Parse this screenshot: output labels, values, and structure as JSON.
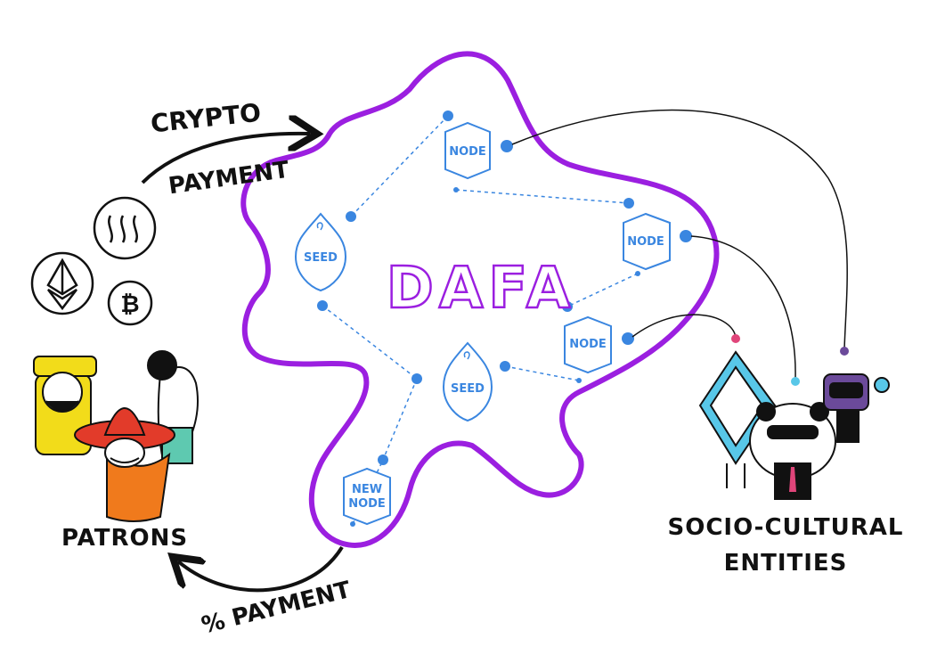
{
  "colors": {
    "blob": "#9b1fe0",
    "node": "#3a86e0",
    "ink": "#111111",
    "dafa_fill": "#ffffff",
    "patron_yellow": "#f2dc1a",
    "patron_orange": "#f07a1c",
    "patron_red": "#e23b2a",
    "patron_teal": "#5ec9b0",
    "entity_teal": "#58c7e8",
    "entity_purple": "#6b4a9a",
    "entity_pink": "#e0457a"
  },
  "labels": {
    "crypto": "CRYPTO",
    "payment_in": "PAYMENT",
    "percent_payment": "% PAYMENT",
    "patrons": "PATRONS",
    "entities_line1": "SOCIO-CULTURAL",
    "entities_line2": "ENTITIES",
    "dafa": "DAFA"
  },
  "nodes": [
    {
      "id": "node1",
      "label": "NODE"
    },
    {
      "id": "node2",
      "label": "NODE"
    },
    {
      "id": "node3",
      "label": "NODE"
    },
    {
      "id": "seed1",
      "label": "SEED"
    },
    {
      "id": "seed2",
      "label": "SEED"
    },
    {
      "id": "newnode",
      "line1": "NEW",
      "line2": "NODE"
    }
  ],
  "coins": [
    {
      "id": "steem",
      "icon": "steem-icon"
    },
    {
      "id": "ethereum",
      "icon": "ethereum-icon"
    },
    {
      "id": "bitcoin",
      "icon": "bitcoin-icon"
    }
  ]
}
